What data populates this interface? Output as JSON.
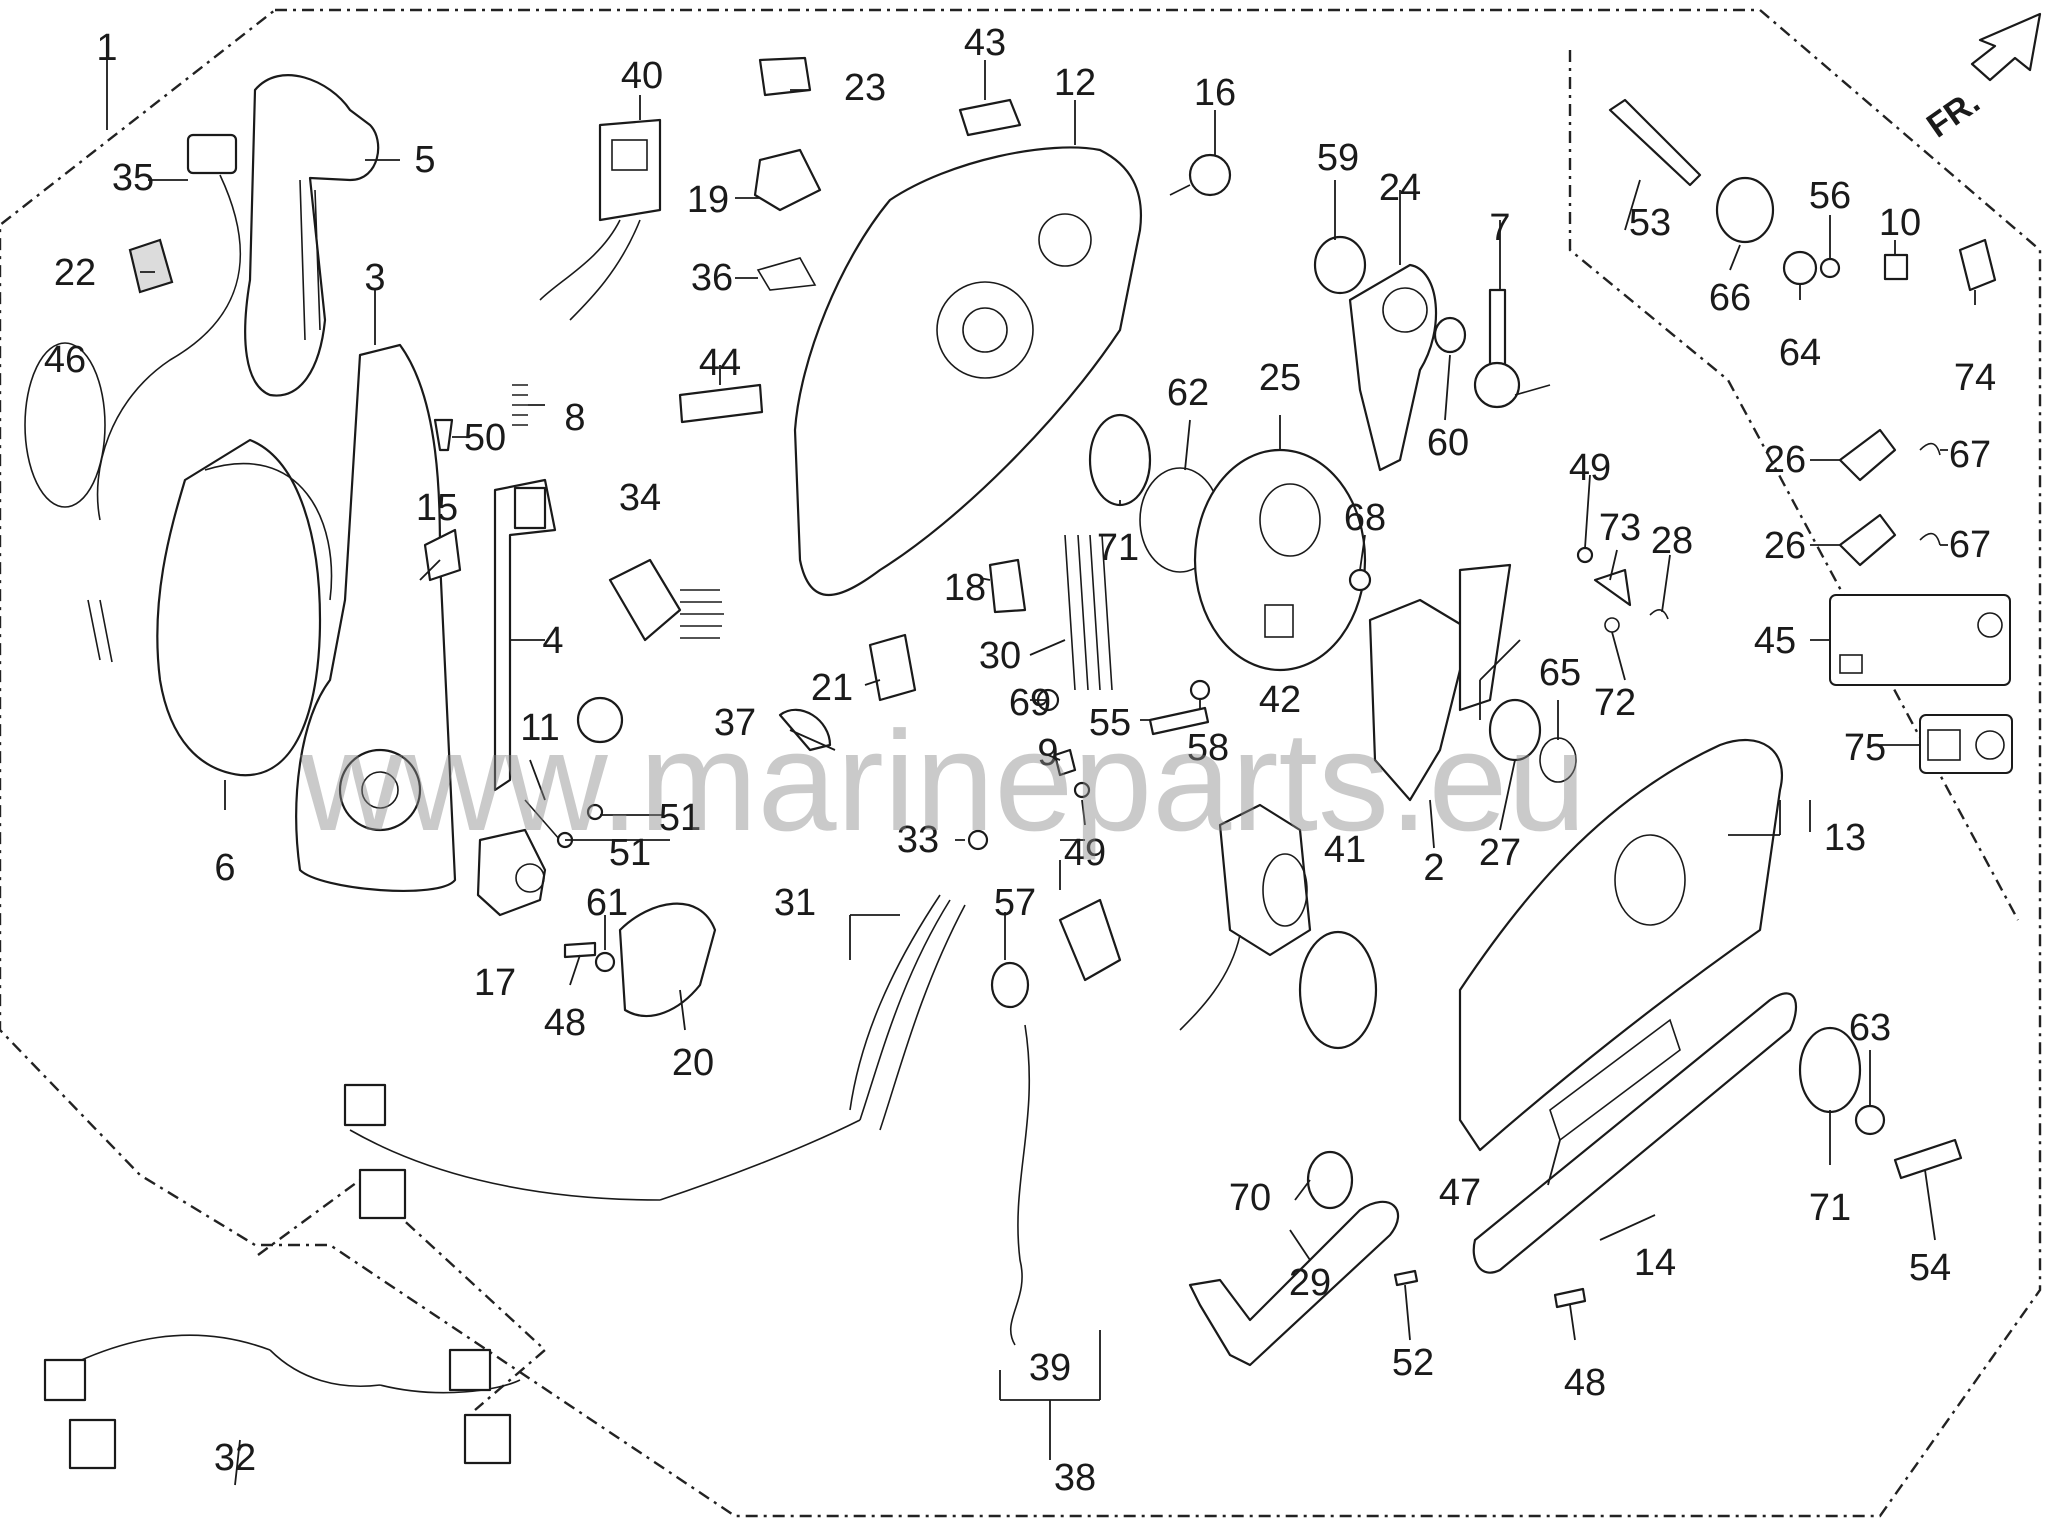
{
  "diagram": {
    "watermark": "www.marineparts.eu",
    "direction_label": "FR.",
    "callouts": [
      {
        "id": "c1",
        "label": "1"
      },
      {
        "id": "c2",
        "label": "2"
      },
      {
        "id": "c3",
        "label": "3"
      },
      {
        "id": "c4",
        "label": "4"
      },
      {
        "id": "c5",
        "label": "5"
      },
      {
        "id": "c6",
        "label": "6"
      },
      {
        "id": "c7",
        "label": "7"
      },
      {
        "id": "c8",
        "label": "8"
      },
      {
        "id": "c9",
        "label": "9"
      },
      {
        "id": "c10",
        "label": "10"
      },
      {
        "id": "c11",
        "label": "11"
      },
      {
        "id": "c12",
        "label": "12"
      },
      {
        "id": "c13",
        "label": "13"
      },
      {
        "id": "c14",
        "label": "14"
      },
      {
        "id": "c15",
        "label": "15"
      },
      {
        "id": "c16",
        "label": "16"
      },
      {
        "id": "c17",
        "label": "17"
      },
      {
        "id": "c18",
        "label": "18"
      },
      {
        "id": "c19",
        "label": "19"
      },
      {
        "id": "c20",
        "label": "20"
      },
      {
        "id": "c21",
        "label": "21"
      },
      {
        "id": "c22",
        "label": "22"
      },
      {
        "id": "c23",
        "label": "23"
      },
      {
        "id": "c24",
        "label": "24"
      },
      {
        "id": "c25",
        "label": "25"
      },
      {
        "id": "c26a",
        "label": "26"
      },
      {
        "id": "c26b",
        "label": "26"
      },
      {
        "id": "c27",
        "label": "27"
      },
      {
        "id": "c28",
        "label": "28"
      },
      {
        "id": "c29",
        "label": "29"
      },
      {
        "id": "c30",
        "label": "30"
      },
      {
        "id": "c31",
        "label": "31"
      },
      {
        "id": "c32",
        "label": "32"
      },
      {
        "id": "c33",
        "label": "33"
      },
      {
        "id": "c34",
        "label": "34"
      },
      {
        "id": "c35",
        "label": "35"
      },
      {
        "id": "c36",
        "label": "36"
      },
      {
        "id": "c37",
        "label": "37"
      },
      {
        "id": "c38",
        "label": "38"
      },
      {
        "id": "c39",
        "label": "39"
      },
      {
        "id": "c40",
        "label": "40"
      },
      {
        "id": "c41",
        "label": "41"
      },
      {
        "id": "c42",
        "label": "42"
      },
      {
        "id": "c43",
        "label": "43"
      },
      {
        "id": "c44",
        "label": "44"
      },
      {
        "id": "c45",
        "label": "45"
      },
      {
        "id": "c46",
        "label": "46"
      },
      {
        "id": "c47",
        "label": "47"
      },
      {
        "id": "c48a",
        "label": "48"
      },
      {
        "id": "c48b",
        "label": "48"
      },
      {
        "id": "c49a",
        "label": "49"
      },
      {
        "id": "c49b",
        "label": "49"
      },
      {
        "id": "c50",
        "label": "50"
      },
      {
        "id": "c51a",
        "label": "51"
      },
      {
        "id": "c51b",
        "label": "51"
      },
      {
        "id": "c52",
        "label": "52"
      },
      {
        "id": "c53",
        "label": "53"
      },
      {
        "id": "c54",
        "label": "54"
      },
      {
        "id": "c55",
        "label": "55"
      },
      {
        "id": "c56",
        "label": "56"
      },
      {
        "id": "c57",
        "label": "57"
      },
      {
        "id": "c58",
        "label": "58"
      },
      {
        "id": "c59",
        "label": "59"
      },
      {
        "id": "c60",
        "label": "60"
      },
      {
        "id": "c61",
        "label": "61"
      },
      {
        "id": "c62",
        "label": "62"
      },
      {
        "id": "c63",
        "label": "63"
      },
      {
        "id": "c64",
        "label": "64"
      },
      {
        "id": "c65",
        "label": "65"
      },
      {
        "id": "c66",
        "label": "66"
      },
      {
        "id": "c67a",
        "label": "67"
      },
      {
        "id": "c67b",
        "label": "67"
      },
      {
        "id": "c68",
        "label": "68"
      },
      {
        "id": "c69",
        "label": "69"
      },
      {
        "id": "c70",
        "label": "70"
      },
      {
        "id": "c71a",
        "label": "71"
      },
      {
        "id": "c71b",
        "label": "71"
      },
      {
        "id": "c72",
        "label": "72"
      },
      {
        "id": "c73",
        "label": "73"
      },
      {
        "id": "c74",
        "label": "74"
      },
      {
        "id": "c75",
        "label": "75"
      }
    ]
  }
}
